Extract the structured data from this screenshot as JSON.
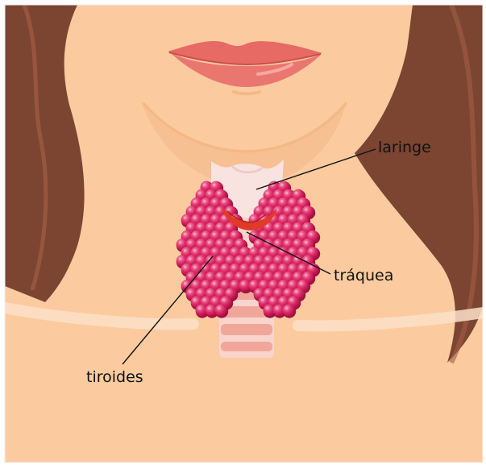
{
  "labels": {
    "larynx": "laringe",
    "trachea": "tráquea",
    "thyroid": "tiroides"
  },
  "colors": {
    "skin": "#fbcb9f",
    "skin_shadow": "#f4b887",
    "hair": "#7b4531",
    "hair_highlight": "#a35e44",
    "lips": "#e86a64",
    "lips_dark": "#c9504c",
    "larynx": "#f8e3e0",
    "trachea_ring": "#f0a79a",
    "thyroid_lobule": "#d61d5c",
    "thyroid_highlight": "#f7a6bf",
    "thyroid_base": "#a3103f",
    "isthmus_red": "#e13a28",
    "leader_line": "#111111"
  }
}
